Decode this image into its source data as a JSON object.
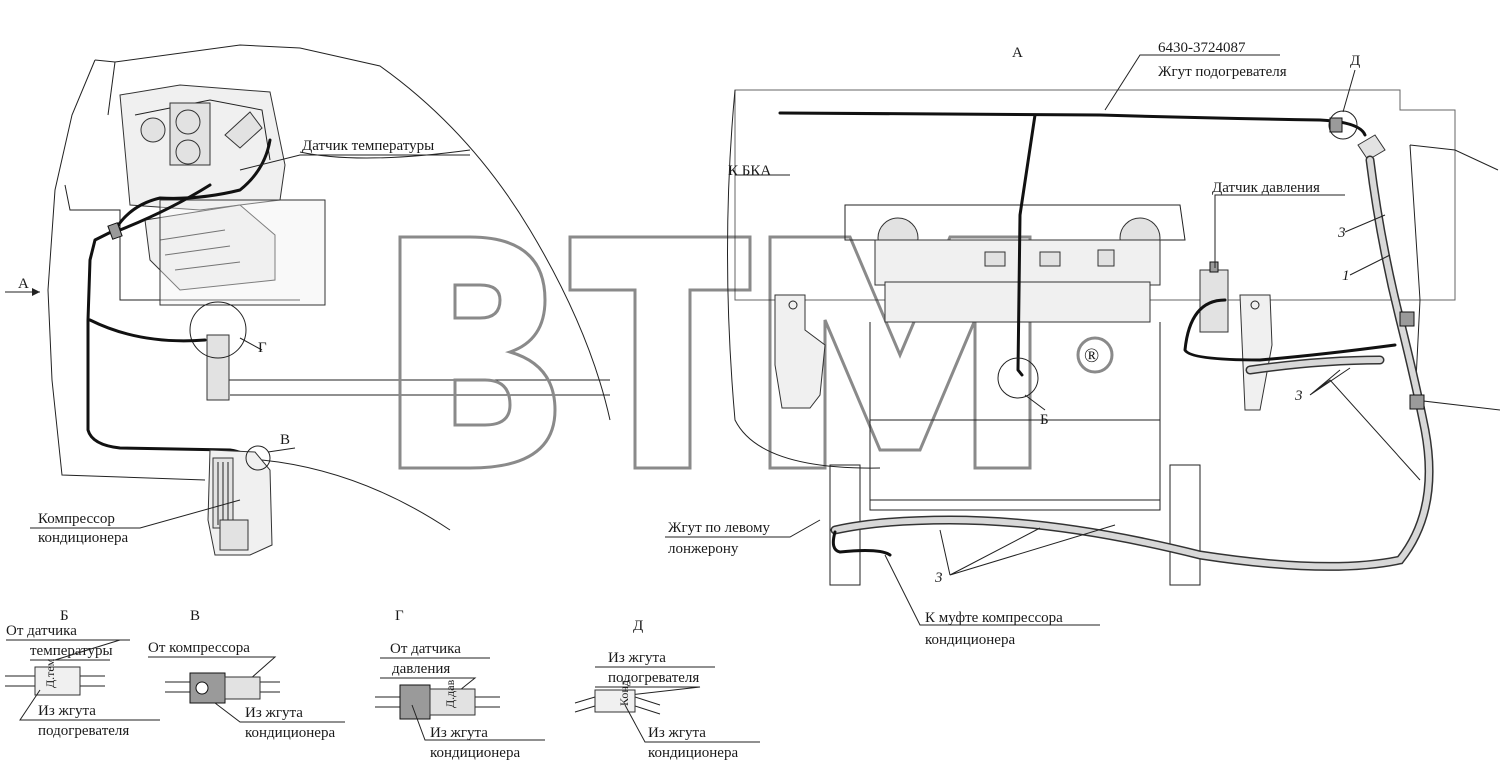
{
  "watermark": {
    "text": "BTM",
    "mark": "®"
  },
  "views": {
    "view_a": "А",
    "arrow_a": "А",
    "mark_b": "Б",
    "mark_v": "В",
    "mark_g": "Г",
    "mark_d": "Д"
  },
  "labels": {
    "part_number": "6430-3724087",
    "heater_harness": "Жгут подогревателя",
    "temp_sensor": "Датчик температуры",
    "to_bka": "К БКА",
    "pressure_sensor": "Датчик давления",
    "compressor_line1": "Компрессор",
    "compressor_line2": "кондиционера",
    "left_spar_line1": "Жгут по левому",
    "left_spar_line2": "лонжерону",
    "clutch_line1": "К муфте компрессора",
    "clutch_line2": "кондиционера",
    "callout_3": "3",
    "callout_1": "1"
  },
  "details": [
    {
      "id": "Б",
      "top1": "От датчика",
      "top2": "температуры",
      "bottom1": "Из жгута",
      "bottom2": "подогревателя",
      "tag": "Д.тем"
    },
    {
      "id": "В",
      "top1": "От компрессора",
      "top2": "",
      "bottom1": "Из жгута",
      "bottom2": "кондиционера",
      "tag": ""
    },
    {
      "id": "Г",
      "top1": "От датчика",
      "top2": "давления",
      "bottom1": "Из жгута",
      "bottom2": "кондиционера",
      "tag": "Д.дав"
    },
    {
      "id": "Д",
      "top1": "Из жгута",
      "top2": "подогревателя",
      "bottom1": "Из жгута",
      "bottom2": "кондиционера",
      "tag": "Конд"
    }
  ],
  "colors": {
    "line": "#222222",
    "watermark": "#8a8a8a"
  }
}
